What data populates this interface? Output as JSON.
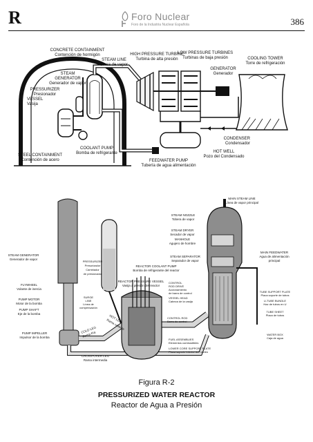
{
  "header": {
    "section_letter": "R",
    "logo_name": "Foro Nuclear",
    "logo_tagline": "Foro de la Industria Nuclear Española",
    "page_number": "386"
  },
  "diagram_top": {
    "concrete_en": "CONCRETE CONTAINMENT",
    "concrete_es": "Contención de hormigón",
    "steam_line_en": "STEAM LINE",
    "steam_line_es": "Línea de vapor",
    "hp_en": "HIGH PRESSURE TURBINE",
    "hp_es": "Turbina de alta presión",
    "lp_en": "LOW PRESSURE TURBINES",
    "lp_es": "Turbinas de baja presión",
    "tower_en": "COOLING TOWER",
    "tower_es": "Torre de refrigeración",
    "sg_en1": "STEAM",
    "sg_en2": "GENERATOR",
    "sg_es": "Generador de vapor",
    "gen_en": "GENERATOR",
    "gen_es": "Generador",
    "press_en": "PRESSURIZER",
    "press_es": "Presionador",
    "vessel_en": "VESSEL",
    "vessel_es": "Vasija",
    "cond_en": "CONDENSER",
    "cond_es": "Condensador",
    "pump_en": "COOLANT PUMP",
    "pump_es": "Bomba de refrigerante",
    "hotwell_en": "HOT WELL",
    "hotwell_es": "Pozo del Condensado",
    "steel_en": "STEEL CONTAINMENT",
    "steel_es": "Contención de acero",
    "fw_en": "FEEDWATER PUMP",
    "fw_es": "Tubería de agua alimentación"
  },
  "diagram_bottom": {
    "msl_en": "MAIN STEAM LINE",
    "msl_es": "Línea de vapor principal",
    "nozzle_en": "STEAM NOZZLE",
    "nozzle_es": "Tobera de vapor",
    "dryer_en": "STEAM DRYER",
    "dryer_es": "Secador de vapor",
    "manhole_en": "MANHOLE",
    "manhole_es": "Agujero de hombre",
    "mfw_en": "MAIN FEEDWATER",
    "mfw_es1": "Agua de alimentación",
    "mfw_es2": "principal",
    "sgen_en": "STEAM GENERATOR",
    "sgen_es": "Generador de vapor",
    "sep_en": "STEAM SEPARATOR",
    "sep_es": "Separador de vapor",
    "rcp_en": "REACTOR COOLANT PUMP",
    "rcp_es": "Bomba de refrigerante del reactor",
    "pres_en": "PRESSURIZER",
    "pres_es1": "Presurizador",
    "pres_es2": "Cambiador",
    "pres_es3": "de presionador",
    "rpv_en": "REACTOR PRESSURE VESSEL",
    "rpv_es": "Vasija a presión del reactor",
    "crdm_en": "CONTROL",
    "crdm_en2": "ROD DRIVE",
    "crdm_es": "Accionamiento",
    "crdm_es2": "de barra de control",
    "vh_en": "VESSEL HEAD",
    "vh_es": "Cabeza de la vasija",
    "tsp_en": "TUBE SUPPORT PLATE",
    "tsp_es": "Placa soporte de tubos",
    "utb_en": "U-TUBE BUNDLE",
    "utb_es": "Haz de tubos en U",
    "tsheet_en": "TUBE SHEET",
    "tsheet_es": "Placa de tubos",
    "fly_en": "FLYWHEEL",
    "fly_es": "Volante de inercia",
    "motor_en": "PUMP MOTOR",
    "motor_es": "Motor de la bomba",
    "surge_en": "SURGE",
    "surge_en2": "LINE",
    "surge_es": "Línea de",
    "surge_es2": "compensación",
    "shaft_en": "PUMP SHAFT",
    "shaft_es": "Eje de la bomba",
    "hot_en": "HOT LEG",
    "hot_es": "Rama caliente",
    "cr_en": "CONTROL ROD",
    "cr_es": "Barra de control",
    "imp_en": "PUMP IMPELLER",
    "imp_es": "Impulsor de la bomba",
    "cold_en": "COLD LEG",
    "cold_es": "Rama fría",
    "fuel_en": "FUEL ASSEMBLIES",
    "fuel_es": "Elementos combustibles",
    "wbox_en": "WATER BOX",
    "wbox_es": "Caja de agua",
    "lcsp_en": "LOWER CORE SUPPORT PLATE",
    "lcsp_es": "Placa soporte inferior del núcleo",
    "xover_en": "CROSS-OVER LEG",
    "xover_es": "Rama intermedia"
  },
  "caption": {
    "figure": "Figura R-2",
    "title_en": "PRESSURIZED WATER REACTOR",
    "title_es": "Reactor de Agua a Presión"
  }
}
